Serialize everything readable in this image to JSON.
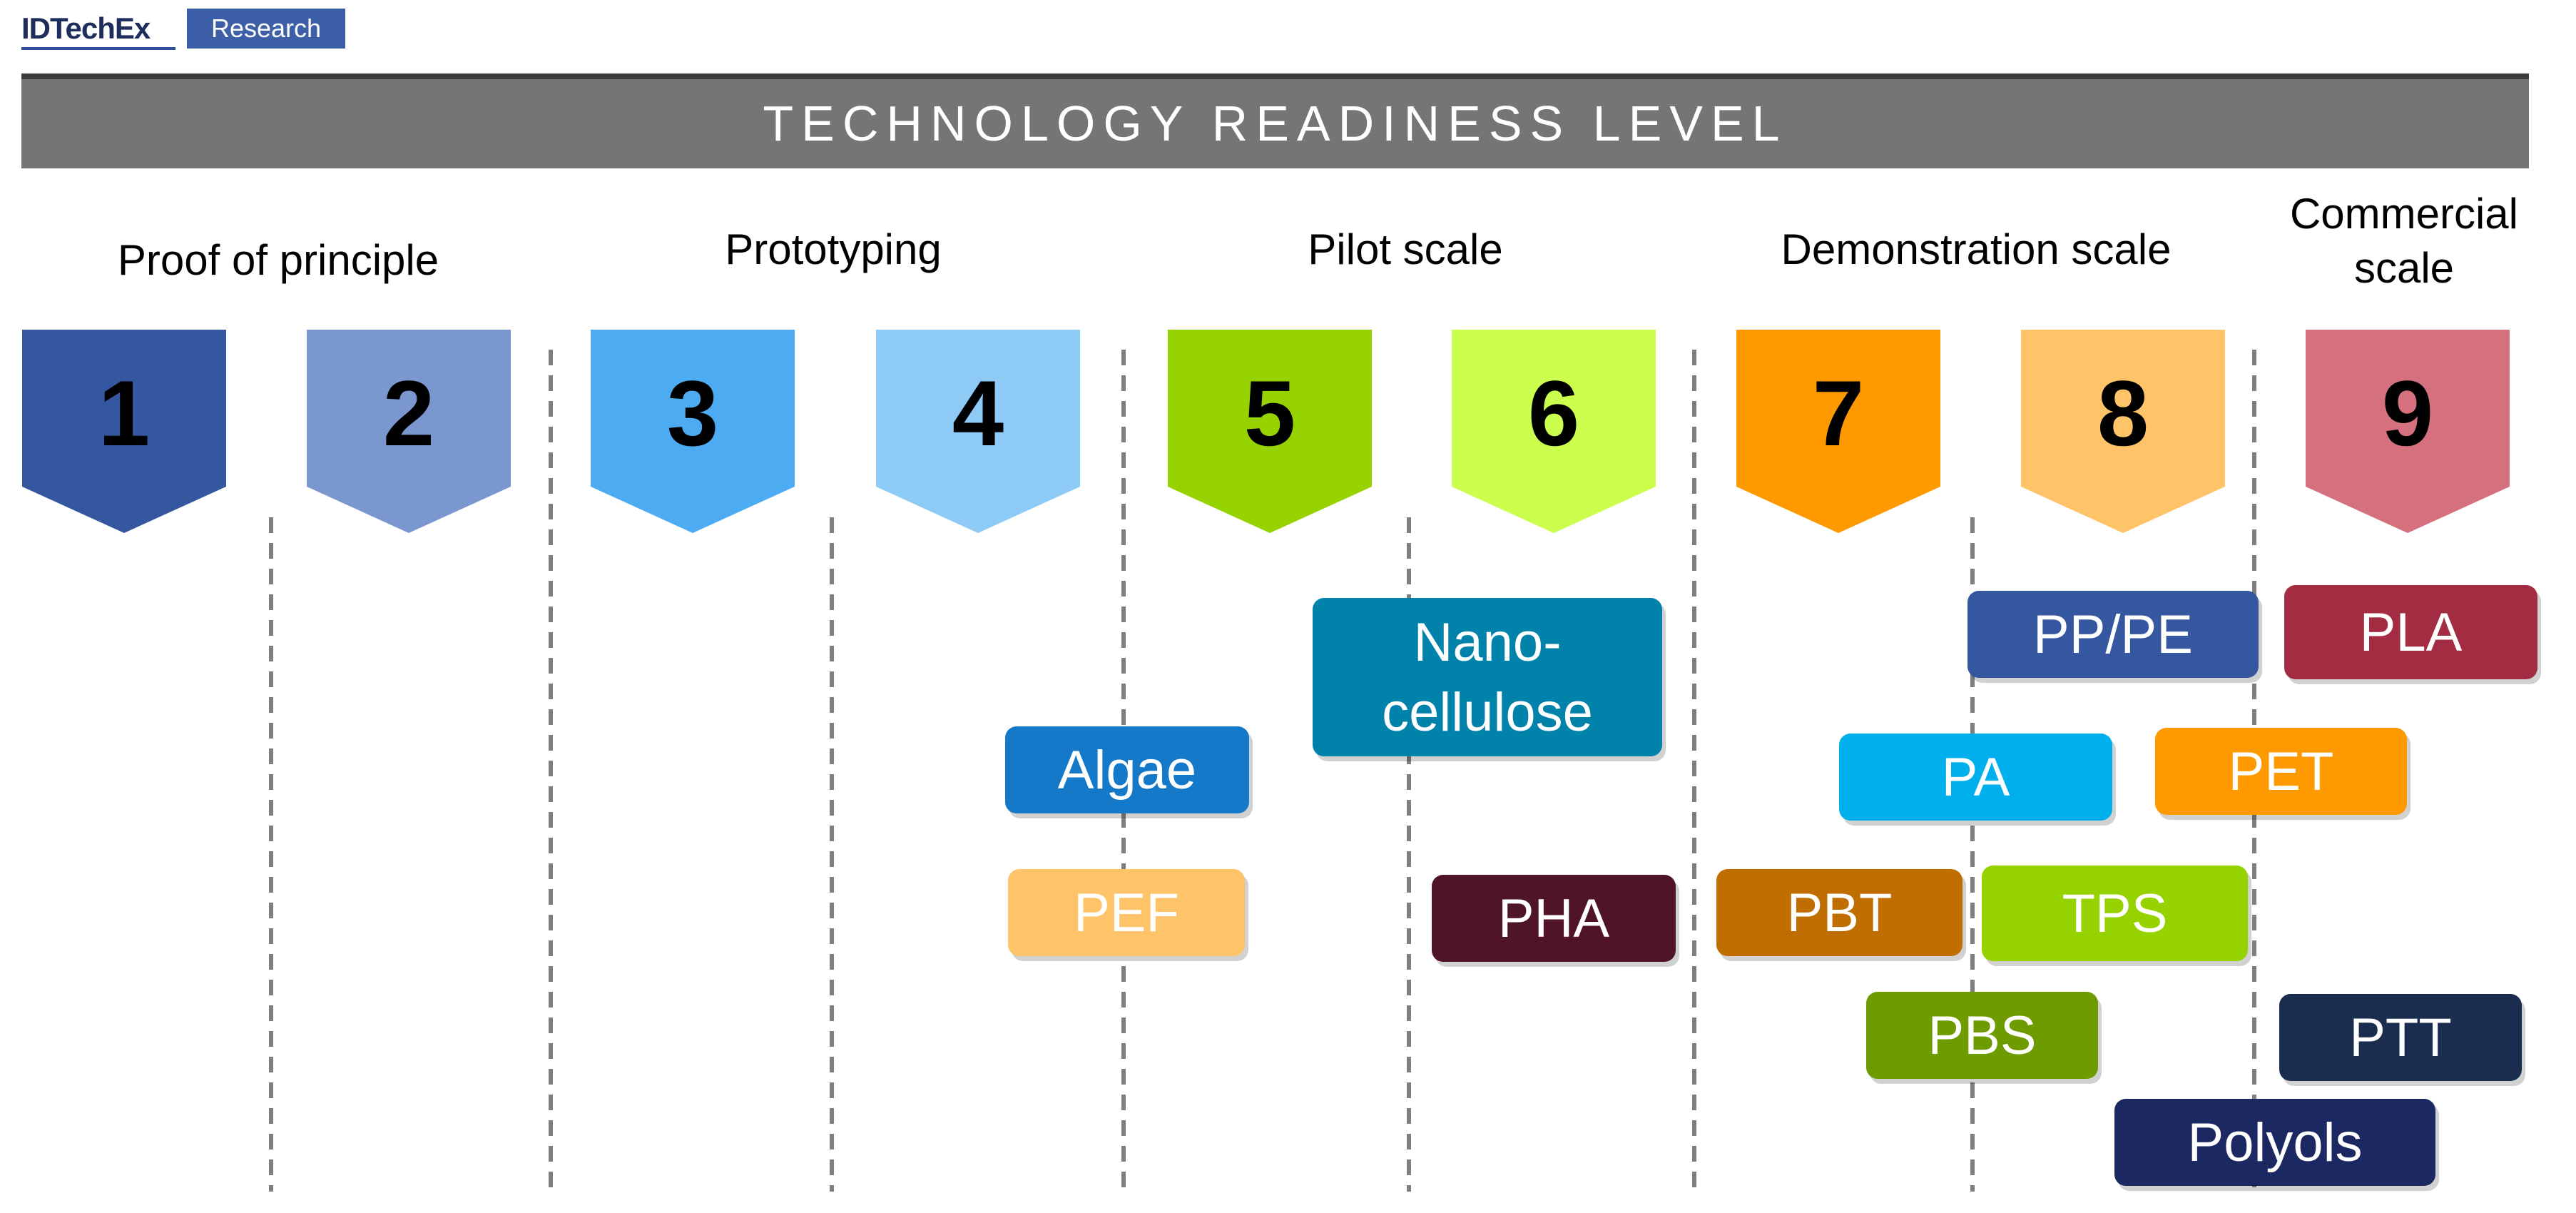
{
  "brand": {
    "name": "IDTechEx",
    "badge": "Research"
  },
  "banner": {
    "title": "TECHNOLOGY READINESS LEVEL"
  },
  "stages": [
    {
      "label": [
        "Proof of principle"
      ]
    },
    {
      "label": [
        "Prototyping"
      ]
    },
    {
      "label": [
        "Pilot scale"
      ]
    },
    {
      "label": [
        "Demonstration scale"
      ]
    },
    {
      "label": [
        "Commercial",
        "scale"
      ]
    }
  ],
  "levels": [
    {
      "number": "1",
      "color": "#34579f"
    },
    {
      "number": "2",
      "color": "#7a97d0"
    },
    {
      "number": "3",
      "color": "#4dabf1"
    },
    {
      "number": "4",
      "color": "#8ecaf6"
    },
    {
      "number": "5",
      "color": "#96d200"
    },
    {
      "number": "6",
      "color": "#ccff4d"
    },
    {
      "number": "7",
      "color": "#ff9900"
    },
    {
      "number": "8",
      "color": "#ffc469"
    },
    {
      "number": "9",
      "color": "#d5707f"
    }
  ],
  "materials": [
    {
      "label": [
        "Algae"
      ],
      "color": "#1479c9"
    },
    {
      "label": [
        "PEF"
      ],
      "color": "#ffc469"
    },
    {
      "label": [
        "Nano-",
        "cellulose"
      ],
      "color": "#0082aa"
    },
    {
      "label": [
        "PHA"
      ],
      "color": "#4f1426"
    },
    {
      "label": [
        "PBT"
      ],
      "color": "#c06e00"
    },
    {
      "label": [
        "PP/PE"
      ],
      "color": "#34579f"
    },
    {
      "label": [
        "PA"
      ],
      "color": "#00b0ec"
    },
    {
      "label": [
        "TPS"
      ],
      "color": "#96d200"
    },
    {
      "label": [
        "PBS"
      ],
      "color": "#6e9c00"
    },
    {
      "label": [
        "PLA"
      ],
      "color": "#a32b42"
    },
    {
      "label": [
        "PET"
      ],
      "color": "#ff9900"
    },
    {
      "label": [
        "PTT"
      ],
      "color": "#1b2d4f"
    },
    {
      "label": [
        "Polyols"
      ],
      "color": "#1b2862"
    }
  ]
}
